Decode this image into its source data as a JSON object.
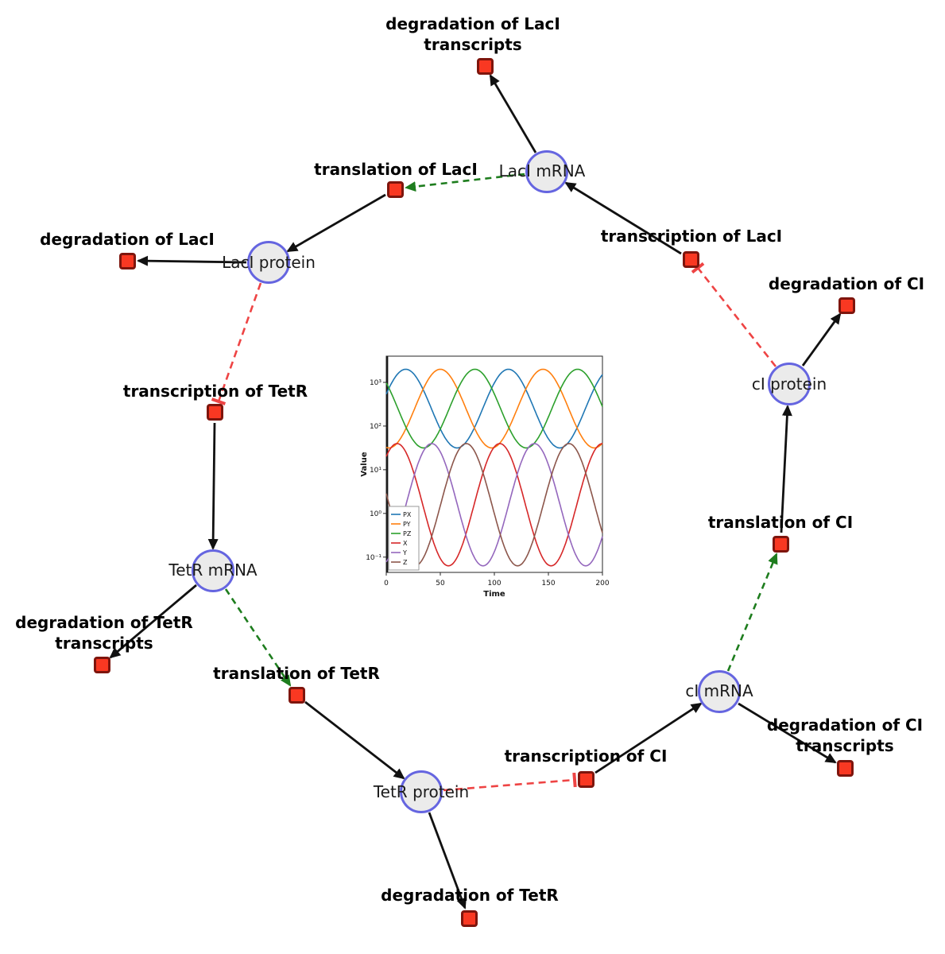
{
  "diagram": {
    "species": {
      "laci_mrna": "LacI mRNA",
      "laci_protein": "LacI protein",
      "tetr_mrna": "TetR mRNA",
      "tetr_protein": "TetR protein",
      "ci_mrna": "cI mRNA",
      "ci_protein": "cI protein"
    },
    "reactions": {
      "deg_laci_transcripts": "degradation of LacI transcripts",
      "translation_laci": "translation of LacI",
      "transcription_laci": "transcription of LacI",
      "deg_laci": "degradation of LacI",
      "deg_ci": "degradation of CI",
      "transcription_tetr": "transcription of TetR",
      "translation_ci": "translation of CI",
      "deg_tetr_transcripts": "degradation of TetR transcripts",
      "translation_tetr": "translation of TetR",
      "transcription_ci": "transcription of CI",
      "deg_ci_transcripts": "degradation of CI transcripts",
      "deg_tetr": "degradation of TetR"
    },
    "colors": {
      "species_fill": "#ebebeb",
      "species_border": "#6565e0",
      "reaction_fill": "#f93822",
      "reaction_border": "#7e150d",
      "edge_black": "#111111",
      "modifier_green": "#1e7d1e",
      "inhibition_red": "#ee4444"
    }
  },
  "chart_data": {
    "type": "line",
    "title": "",
    "xlabel": "Time",
    "ylabel": "Value",
    "x_range": [
      0,
      200
    ],
    "x_ticks": [
      0,
      50,
      100,
      150,
      200
    ],
    "y_scale": "log",
    "y_ticks": [
      "10⁻¹",
      "10⁰",
      "10¹",
      "10²",
      "10³"
    ],
    "y_tick_exp": [
      -1,
      0,
      1,
      2,
      3
    ],
    "ylog_range": [
      -1.35,
      3.6
    ],
    "legend_position": "lower left",
    "waveform": "log10(value) = log_mean + log_amp * cos(2*pi*(t - peak_t)/period)",
    "series": [
      {
        "name": "PX",
        "color": "#1f77b4",
        "log_mean": 2.4,
        "log_amp": 0.9,
        "period": 95,
        "peak_t": 18
      },
      {
        "name": "PY",
        "color": "#ff7f0e",
        "log_mean": 2.4,
        "log_amp": 0.9,
        "period": 95,
        "peak_t": 50
      },
      {
        "name": "PZ",
        "color": "#2ca02c",
        "log_mean": 2.4,
        "log_amp": 0.9,
        "period": 95,
        "peak_t": 82
      },
      {
        "name": "X",
        "color": "#d62728",
        "log_mean": 0.2,
        "log_amp": 1.4,
        "period": 95,
        "peak_t": 10
      },
      {
        "name": "Y",
        "color": "#9467bd",
        "log_mean": 0.2,
        "log_amp": 1.4,
        "period": 95,
        "peak_t": 42
      },
      {
        "name": "Z",
        "color": "#8c564b",
        "log_mean": 0.2,
        "log_amp": 1.4,
        "period": 95,
        "peak_t": 74
      }
    ]
  }
}
